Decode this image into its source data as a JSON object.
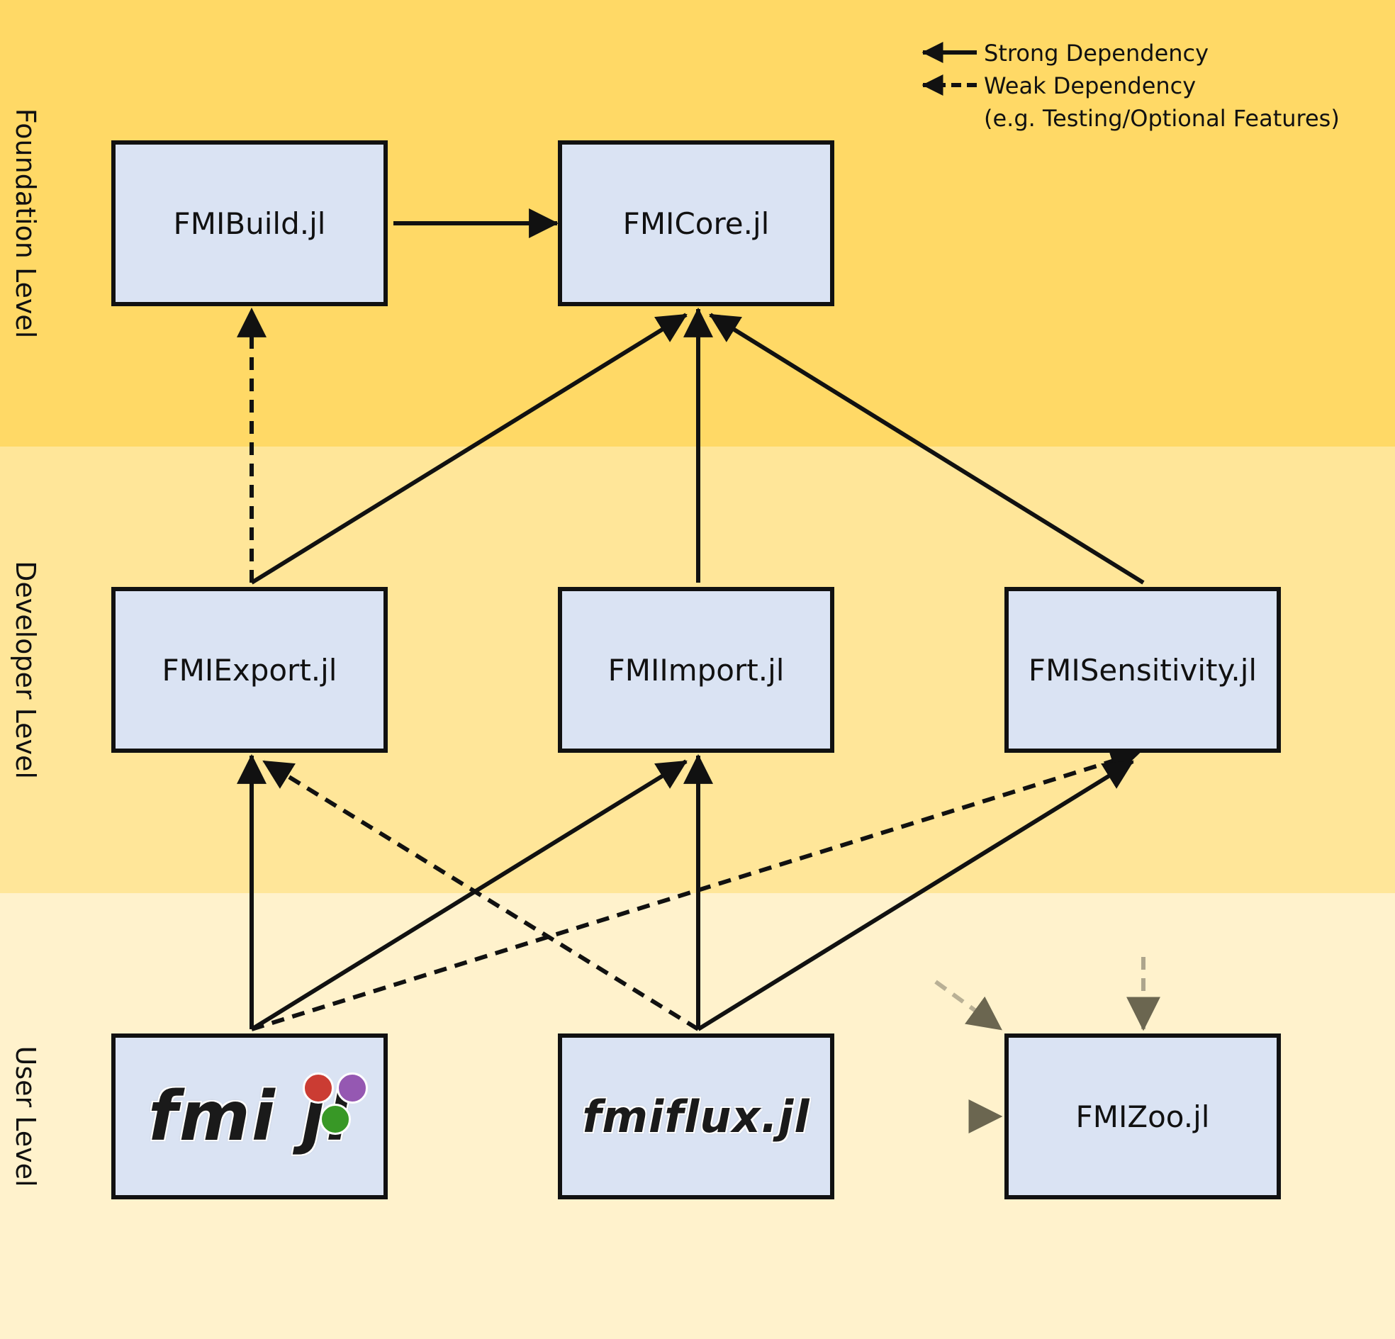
{
  "levels": {
    "foundation": "Foundation Level",
    "developer": "Developer Level",
    "user": "User Level"
  },
  "legend": {
    "strong": "Strong Dependency",
    "weak": "Weak Dependency",
    "weak_note": "(e.g. Testing/Optional Features)"
  },
  "nodes": {
    "fmibuild": "FMIBuild.jl",
    "fmicore": "FMICore.jl",
    "fmiexport": "FMIExport.jl",
    "fmiimport": "FMIImport.jl",
    "fmisensitivity": "FMISensitivity.jl",
    "fmi": "fmi.jl",
    "fmiflux": "fmiflux.jl",
    "fmizoo": "FMIZoo.jl"
  },
  "logos": {
    "fmi_text": "fmi jl",
    "fmiflux_text": "fmiflux.jl"
  },
  "colors": {
    "foundation_band": "#FFD966",
    "developer_band": "#FFE699",
    "user_band": "#FFF2CC",
    "node_fill": "#DAE3F3",
    "dot_red": "#CB3C33",
    "dot_green": "#389826",
    "dot_purple": "#9558B2"
  }
}
